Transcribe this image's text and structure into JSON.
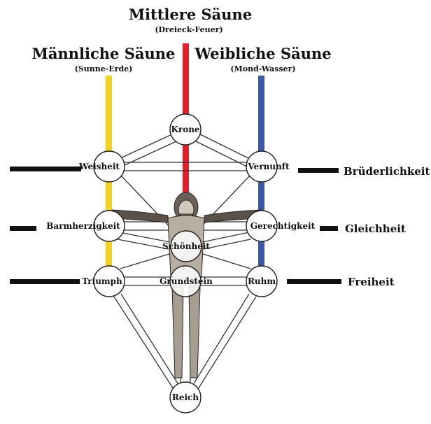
{
  "pillars": {
    "middle": {
      "title": "Mittlere Säune",
      "subtitle": "(Dreieck-Feuer)",
      "color": "#e0202a"
    },
    "male": {
      "title": "Männliche Säune",
      "subtitle": "(Sunne-Erde)",
      "color": "#f2d21e"
    },
    "female": {
      "title": "Weibliche Säune",
      "subtitle": "(Mond-Wasser)",
      "color": "#3a5aa8"
    }
  },
  "nodes": {
    "krone": "Krone",
    "weisheit": "Weisheit",
    "vernunft": "Vernunft",
    "barmherzigkeit": "Barmherzigkeit",
    "gerechtigkeit": "Gerechtigkeit",
    "schoenheit": "Schönheit",
    "triumph": "Triumph",
    "grundstein": "Grundstein",
    "ruhm": "Ruhm",
    "reich": "Reich"
  },
  "side_labels": {
    "brueder": "Brüderlichkeit",
    "gleich": "Gleichheit",
    "frei": "Freiheit"
  }
}
